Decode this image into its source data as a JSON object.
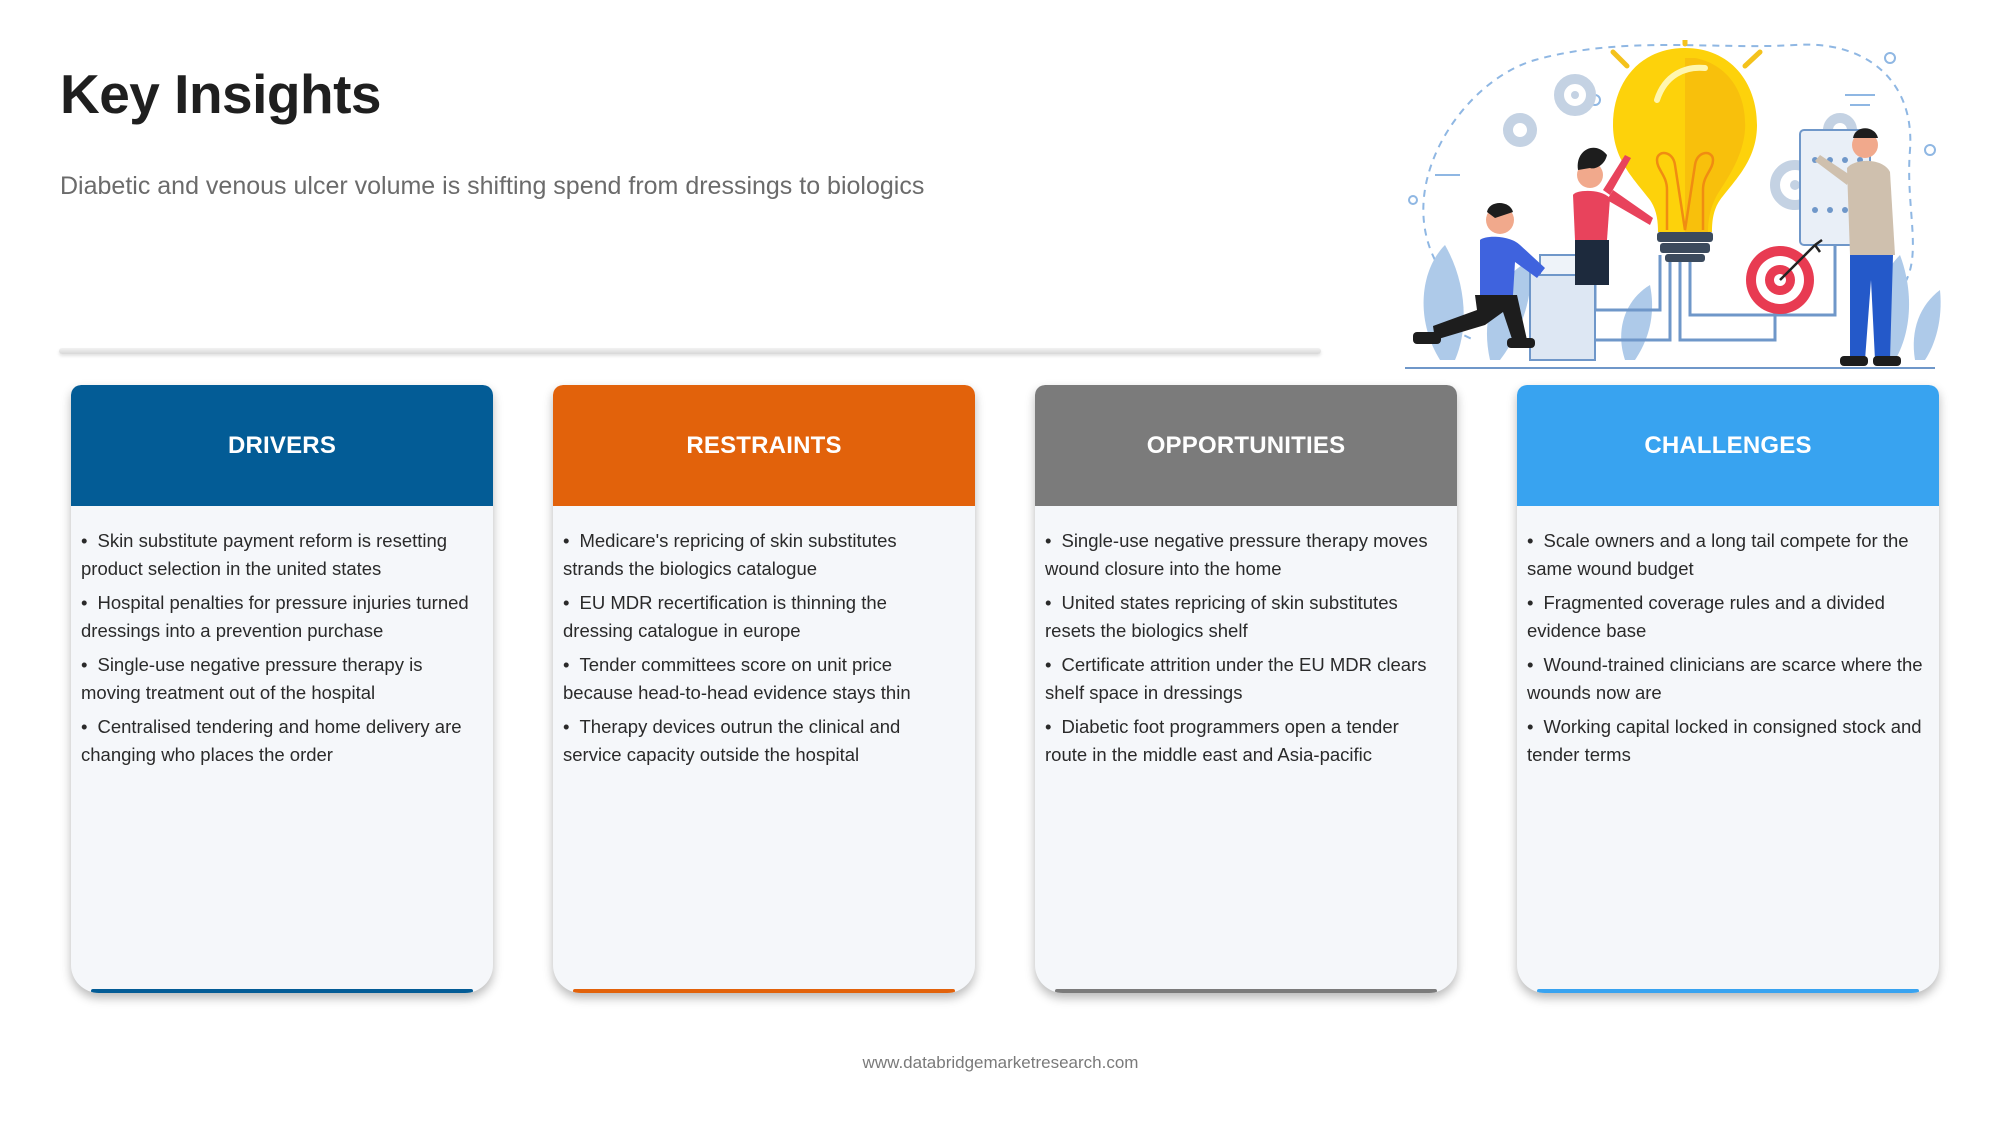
{
  "header": {
    "title": "Key Insights",
    "subtitle": "Diabetic and venous ulcer volume is shifting spend from dressings to biologics"
  },
  "cards": [
    {
      "title": "DRIVERS",
      "color": "#035c96",
      "items": [
        "Skin substitute payment reform is resetting product selection in the united states",
        "Hospital penalties for pressure injuries turned dressings into a prevention purchase",
        "Single-use negative pressure therapy is moving treatment out of the hospital",
        "Centralised tendering and home delivery are changing who places the order"
      ]
    },
    {
      "title": "RESTRAINTS",
      "color": "#e2620b",
      "items": [
        "Medicare's repricing of skin substitutes strands the biologics catalogue",
        "EU MDR recertification is thinning the dressing catalogue in europe",
        "Tender committees score on unit price because head-to-head evidence stays thin",
        "Therapy devices outrun the clinical and service capacity outside the hospital"
      ]
    },
    {
      "title": "OPPORTUNITIES",
      "color": "#7b7b7b",
      "items": [
        "Single-use negative pressure therapy moves wound closure into the home",
        "United states repricing of skin substitutes resets the biologics shelf",
        "Certificate attrition under the EU MDR clears shelf space in dressings",
        "Diabetic foot programmers open a tender route in the middle east and Asia-pacific"
      ]
    },
    {
      "title": "CHALLENGES",
      "color": "#38a3f0",
      "items": [
        "Scale owners and a long tail compete for the same wound budget",
        "Fragmented coverage rules and a divided evidence base",
        "Wound-trained clinicians are scarce where the wounds now are",
        "Working capital locked in consigned stock and tender terms"
      ]
    }
  ],
  "footer": {
    "url": "www.databridgemarketresearch.com"
  },
  "illustration": {
    "icon": "insights-lightbulb-team-illustration"
  }
}
